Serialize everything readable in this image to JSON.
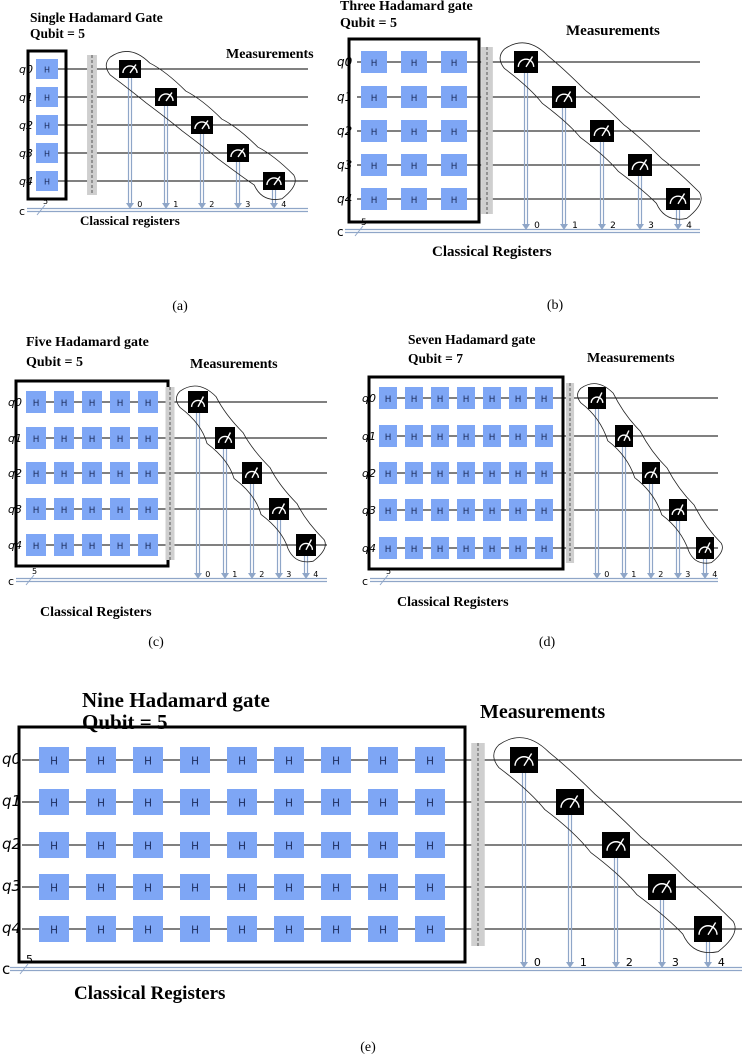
{
  "figure": {
    "panels": [
      {
        "id": "a",
        "caption": "(a)",
        "title_line1": "Single Hadamard Gate",
        "title_line2": "Qubit = 5",
        "measurements_label": "Measurements",
        "classical_label": "Classical registers",
        "qubits": [
          "q0",
          "q1",
          "q2",
          "q3",
          "q4"
        ],
        "gates_per_qubit": 1,
        "gate_label": "H",
        "bit_indices": [
          "0",
          "1",
          "2",
          "3",
          "4"
        ],
        "creg_name": "c",
        "creg_size": "5"
      },
      {
        "id": "b",
        "caption": "(b)",
        "title_line1": "Three Hadamard gate",
        "title_line2": "Qubit = 5",
        "measurements_label": "Measurements",
        "classical_label": "Classical Registers",
        "qubits": [
          "q0",
          "q1",
          "q2",
          "q3",
          "q4"
        ],
        "gates_per_qubit": 3,
        "gate_label": "H",
        "bit_indices": [
          "0",
          "1",
          "2",
          "3",
          "4"
        ],
        "creg_name": "c",
        "creg_size": "5"
      },
      {
        "id": "c",
        "caption": "(c)",
        "title_line1": "Five Hadamard gate",
        "title_line2": "Qubit = 5",
        "measurements_label": "Measurements",
        "classical_label": "Classical Registers",
        "qubits": [
          "q0",
          "q1",
          "q2",
          "q3",
          "q4"
        ],
        "gates_per_qubit": 5,
        "gate_label": "H",
        "bit_indices": [
          "0",
          "1",
          "2",
          "3",
          "4"
        ],
        "creg_name": "c",
        "creg_size": "5"
      },
      {
        "id": "d",
        "caption": "(d)",
        "title_line1": "Seven Hadamard gate",
        "title_line2": "Qubit = 7",
        "measurements_label": "Measurements",
        "classical_label": "Classical Registers",
        "qubits": [
          "q0",
          "q1",
          "q2",
          "q3",
          "q4"
        ],
        "gates_per_qubit": 7,
        "gate_label": "H",
        "bit_indices": [
          "0",
          "1",
          "2",
          "3",
          "4"
        ],
        "creg_name": "c",
        "creg_size": "5"
      },
      {
        "id": "e",
        "caption": "(e)",
        "title_line1": "Nine Hadamard gate",
        "title_line2": "Qubit = 5",
        "measurements_label": "Measurements",
        "classical_label": "Classical Registers",
        "qubits": [
          "q0",
          "q1",
          "q2",
          "q3",
          "q4"
        ],
        "gates_per_qubit": 9,
        "gate_label": "H",
        "bit_indices": [
          "0",
          "1",
          "2",
          "3",
          "4"
        ],
        "creg_name": "c",
        "creg_size": "5"
      }
    ],
    "colors": {
      "gate_fill": "#7ea6f5",
      "measure_fill": "#000000",
      "wire": "#000000",
      "classical_wire": "#8fa6c8",
      "barrier": "#cfcfcf"
    }
  }
}
